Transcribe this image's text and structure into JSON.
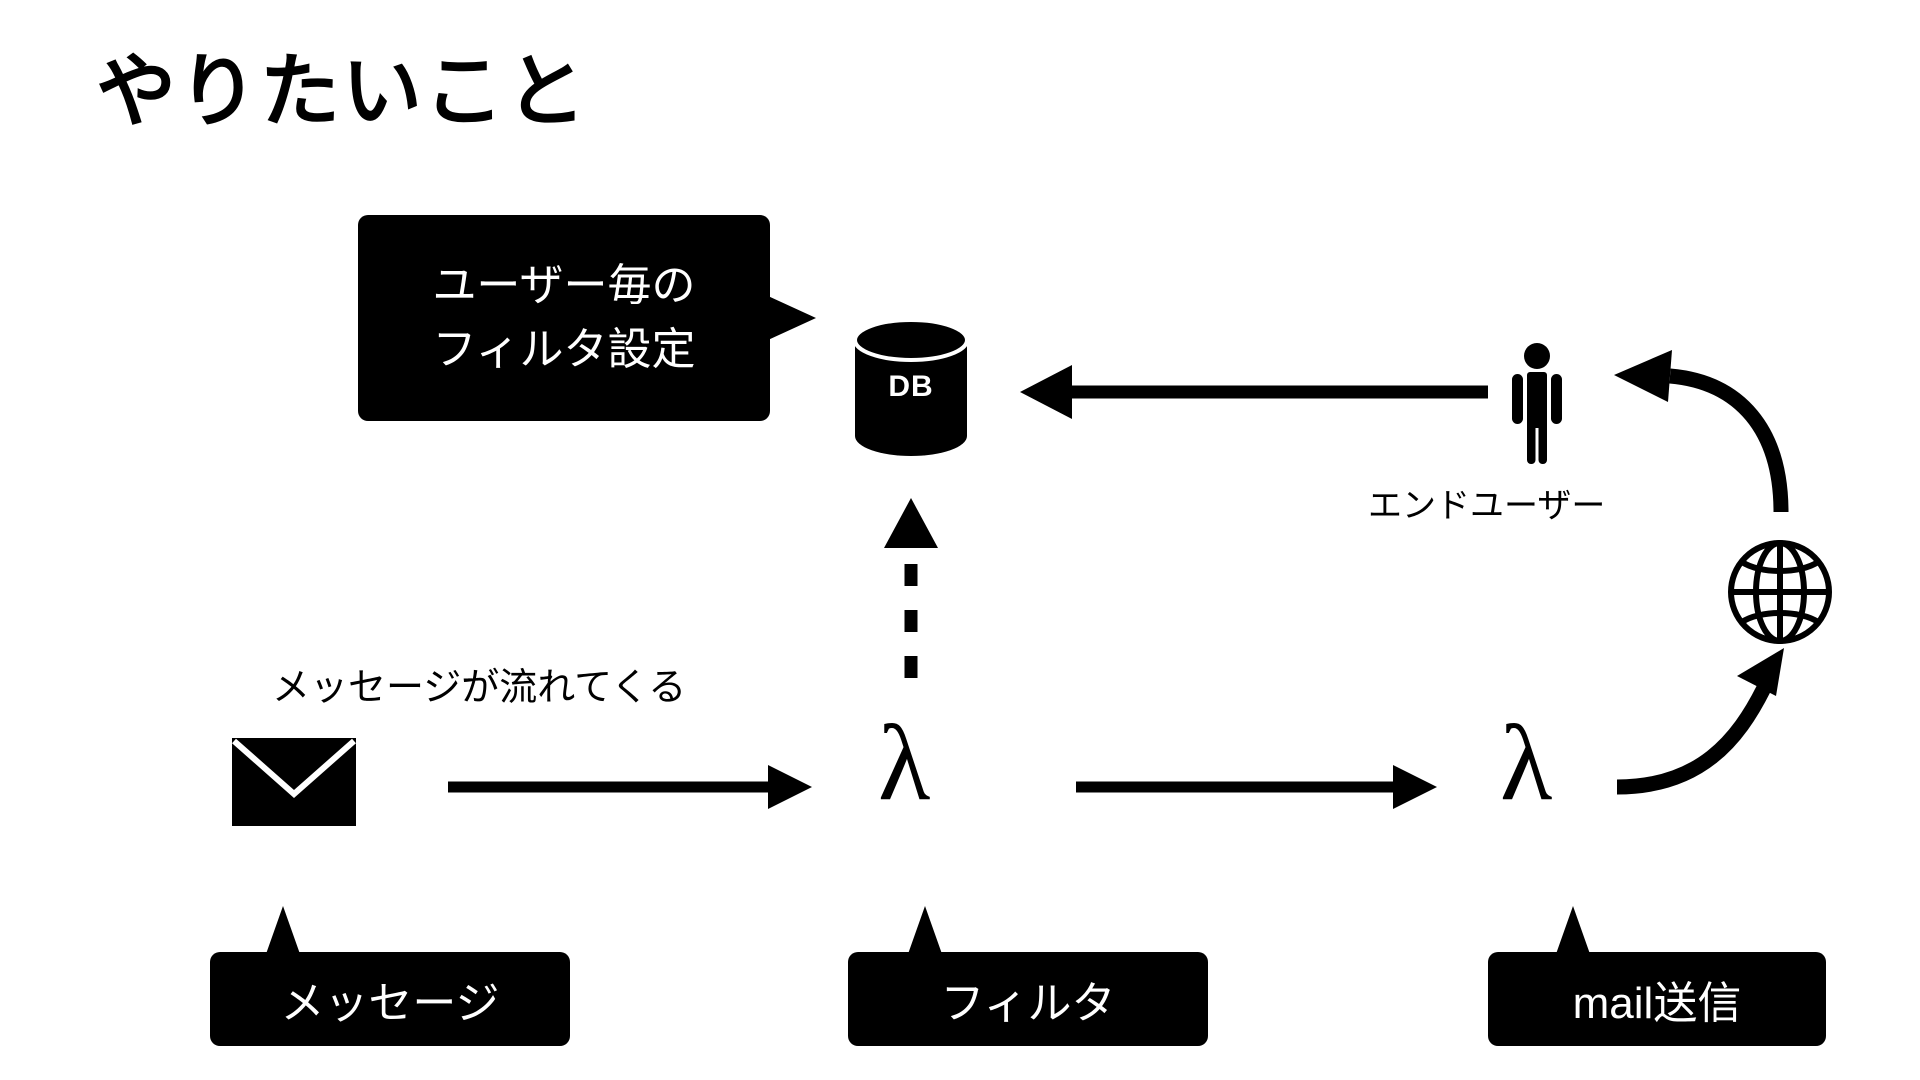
{
  "page": {
    "title": "やりたいこと",
    "background_color": "#ffffff",
    "ink_color": "#000000"
  },
  "annotations": {
    "db_callout": {
      "lines": [
        "ユーザー毎の",
        "フィルタ設定"
      ],
      "bg": "#000000",
      "fg": "#ffffff",
      "tail": "right"
    },
    "message_callout": {
      "label": "メッセージ",
      "bg": "#000000",
      "fg": "#ffffff",
      "tail": "up"
    },
    "filter_callout": {
      "label": "フィルタ",
      "bg": "#000000",
      "fg": "#ffffff",
      "tail": "up"
    },
    "mail_callout": {
      "label": "mail送信",
      "bg": "#000000",
      "fg": "#ffffff",
      "tail": "up"
    }
  },
  "labels": {
    "message_flow": "メッセージが流れてくる",
    "end_user": "エンドユーザー"
  },
  "nodes": {
    "database": {
      "caption": "DB",
      "icon": "database-cylinder-icon"
    },
    "envelope": {
      "icon": "envelope-icon"
    },
    "lambda_filter": {
      "glyph": "λ",
      "icon": "lambda-icon"
    },
    "lambda_mail": {
      "glyph": "λ",
      "icon": "lambda-icon"
    },
    "end_user_person": {
      "icon": "person-icon"
    },
    "internet_globe": {
      "icon": "globe-icon"
    }
  },
  "arrows": [
    {
      "name": "envelope-to-filter",
      "style": "solid",
      "direction": "right"
    },
    {
      "name": "filter-to-mail",
      "style": "solid",
      "direction": "right"
    },
    {
      "name": "filter-to-db",
      "style": "dashed",
      "direction": "up"
    },
    {
      "name": "enduser-to-db",
      "style": "solid",
      "direction": "left"
    },
    {
      "name": "mail-to-globe",
      "style": "curved",
      "direction": "up-right"
    },
    {
      "name": "globe-to-enduser",
      "style": "curved",
      "direction": "up-left"
    }
  ]
}
